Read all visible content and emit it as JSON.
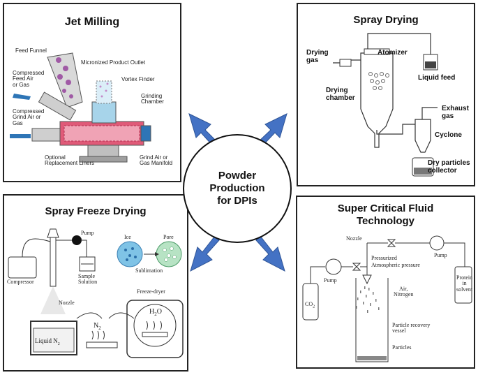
{
  "center": {
    "label": "Powder\nProduction\nfor DPIs"
  },
  "jet_milling": {
    "title": "Jet Milling",
    "labels": {
      "feed_funnel": "Feed Funnel",
      "compressed_feed": "Compressed\nFeed Air\nor Gas",
      "compressed_grind": "Compressed\nGrind Air or\nGas",
      "micronized_outlet": "Micronized Product Outlet",
      "vortex_finder": "Vortex Finder",
      "grinding_chamber": "Grinding\nChamber",
      "optional_liners": "Optional\nReplacement Liners",
      "grind_manifold": "Grind Air or\nGas Manifold"
    }
  },
  "spray_drying": {
    "title": "Spray  Drying",
    "labels": {
      "drying_gas": "Drying\ngas",
      "atomizer": "Atomizer",
      "liquid_feed": "Liquid feed",
      "drying_chamber": "Drying\nchamber",
      "exhaust_gas": "Exhaust\ngas",
      "cyclone": "Cyclone",
      "dry_particles": "Dry particles\ncollector"
    }
  },
  "spray_freeze_drying": {
    "title": "Spray  Freeze  Drying",
    "labels": {
      "pump": "Pump",
      "ice": "Ice",
      "pore": "Pore",
      "compressor": "Compressor",
      "sample_solution": "Sample\nSolution",
      "sublimation": "Sublimation",
      "freeze_dryer": "Freeze-dryer",
      "nozzle": "Nozzle",
      "h2o": "H",
      "h2o_sub": "2",
      "h2o_end": "O",
      "n2": "N",
      "n2_sub": "2",
      "liquid_n2": "Liquid N",
      "liquid_n2_sub": "2"
    }
  },
  "scf": {
    "title": "Super Critical Fluid\nTechnology",
    "labels": {
      "nozzle": "Nozzle",
      "pressurized": "Pressurized",
      "atmospheric": "Atmospheric pressure",
      "pump_left": "Pump",
      "pump_right": "Pump",
      "air_nitrogen": "Air,\nNitrogen",
      "co2": "CO",
      "co2_sub": "2",
      "protein": "Protein\nin\nsolvent",
      "particle_vessel": "Particle recovery\nvessel",
      "particles": "Particles"
    }
  },
  "colors": {
    "arrow": "#4472c4",
    "chamber": "#e05a78",
    "water": "#a7d4ea"
  }
}
